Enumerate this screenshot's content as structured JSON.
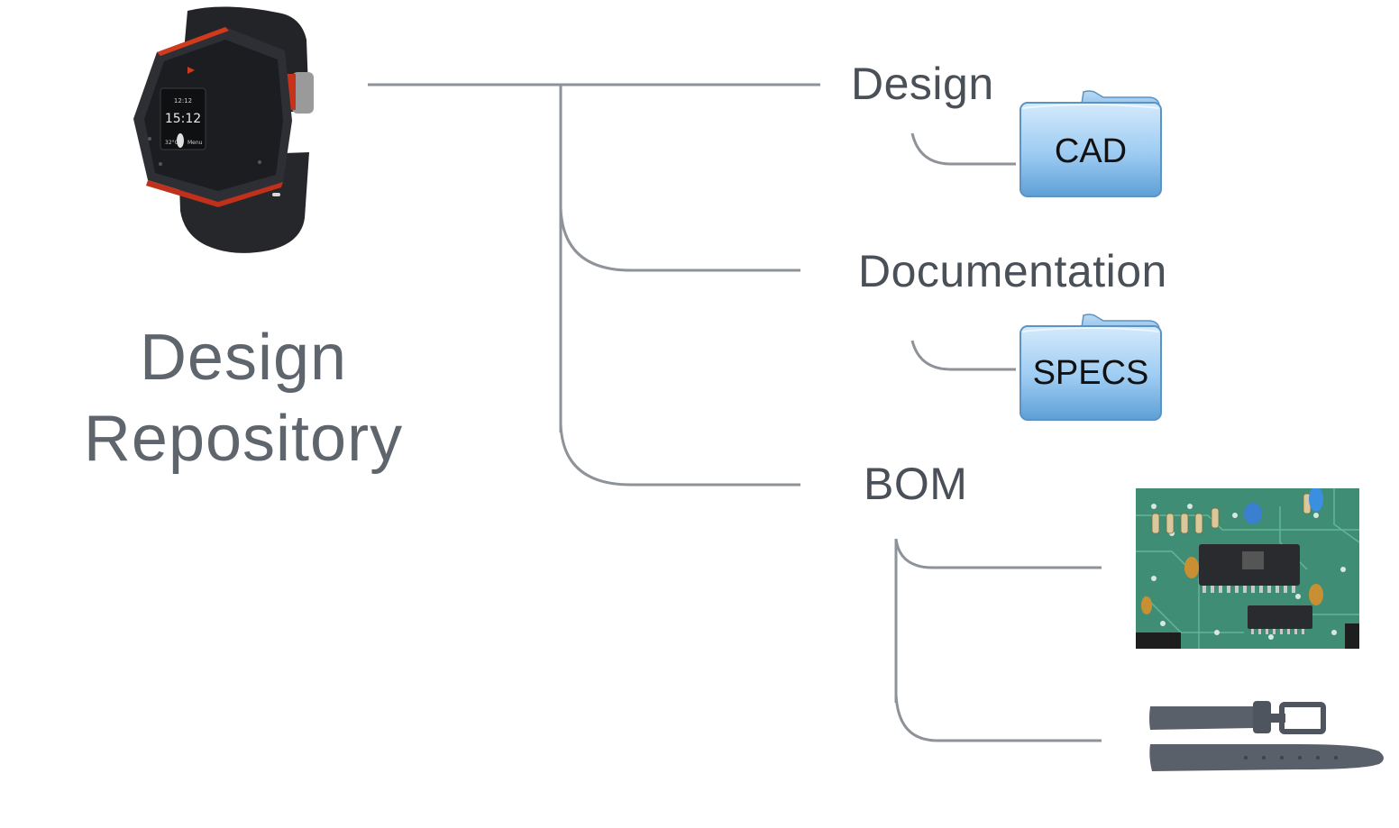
{
  "repository": {
    "title_line1": "Design",
    "title_line2": "Repository",
    "watch_screen": {
      "time": "15:12",
      "temp": "32°C",
      "menu": "Menu"
    }
  },
  "branches": [
    {
      "label": "Design",
      "folder": "CAD"
    },
    {
      "label": "Documentation",
      "folder": "SPECS"
    },
    {
      "label": "BOM"
    }
  ],
  "colors": {
    "connector": "#8e9399",
    "text": "#4a5058",
    "folder_light": "#cfe6fa",
    "folder_dark": "#5e9fd6",
    "pcb": "#3f8d74",
    "strap": "#565c66",
    "watch_body": "#2c2d31",
    "watch_accent": "#d23a1e"
  }
}
